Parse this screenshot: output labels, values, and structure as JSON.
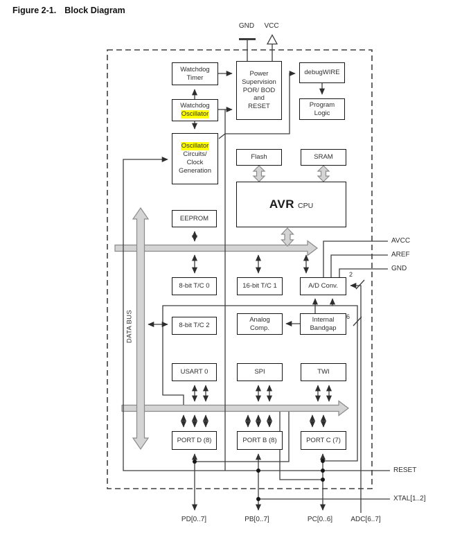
{
  "figure": {
    "label": "Figure 2-1.",
    "title": "Block Diagram"
  },
  "top_pins": {
    "gnd": "GND",
    "vcc": "VCC"
  },
  "blocks": {
    "watchdog_timer": {
      "line1": "Watchdog",
      "line2": "Timer"
    },
    "watchdog_oscillator": {
      "line1": "Watchdog",
      "line2": "Oscillator"
    },
    "oscillator_clock": {
      "line1": "Oscillator",
      "line2": "Circuits/",
      "line3": "Clock",
      "line4": "Generation"
    },
    "power_supervision": {
      "line1": "Power",
      "line2": "Supervision",
      "line3": "POR/ BOD",
      "line4": "and",
      "line5": "RESET"
    },
    "debugwire": {
      "label": "debugWIRE"
    },
    "program_logic": {
      "line1": "Program",
      "line2": "Logic"
    },
    "flash": {
      "label": "Flash"
    },
    "sram": {
      "label": "SRAM"
    },
    "avr_cpu": {
      "name": "AVR",
      "type": "CPU"
    },
    "eeprom": {
      "label": "EEPROM"
    },
    "timer0": {
      "label": "8-bit T/C 0"
    },
    "timer1": {
      "label": "16-bit T/C 1"
    },
    "adc": {
      "label": "A/D Conv."
    },
    "timer2": {
      "label": "8-bit T/C 2"
    },
    "analog_comp": {
      "line1": "Analog",
      "line2": "Comp."
    },
    "bandgap": {
      "line1": "Internal",
      "line2": "Bandgap"
    },
    "usart0": {
      "label": "USART 0"
    },
    "spi": {
      "label": "SPI"
    },
    "twi": {
      "label": "TWI"
    },
    "port_d": {
      "label": "PORT D (8)"
    },
    "port_b": {
      "label": "PORT B (8)"
    },
    "port_c": {
      "label": "PORT C (7)"
    }
  },
  "data_bus_label": "DATA BUS",
  "right_pins": {
    "avcc": "AVCC",
    "aref": "AREF",
    "gnd": "GND",
    "reset": "RESET",
    "xtal": "XTAL[1..2]"
  },
  "bottom_pins": {
    "port_d": "PD[0..7]",
    "port_b": "PB[0..7]",
    "port_c": "PC[0..6]",
    "adc": "ADC[6..7]"
  },
  "bus_widths": {
    "adc_direct": "2",
    "adc_port": "6"
  },
  "colors": {
    "highlight": "#ffff00",
    "bus_fill": "#d4d4d4",
    "bus_stroke": "#8a8a8a",
    "line": "#3c3c3c",
    "box_border": "#151515",
    "background": "#ffffff"
  }
}
